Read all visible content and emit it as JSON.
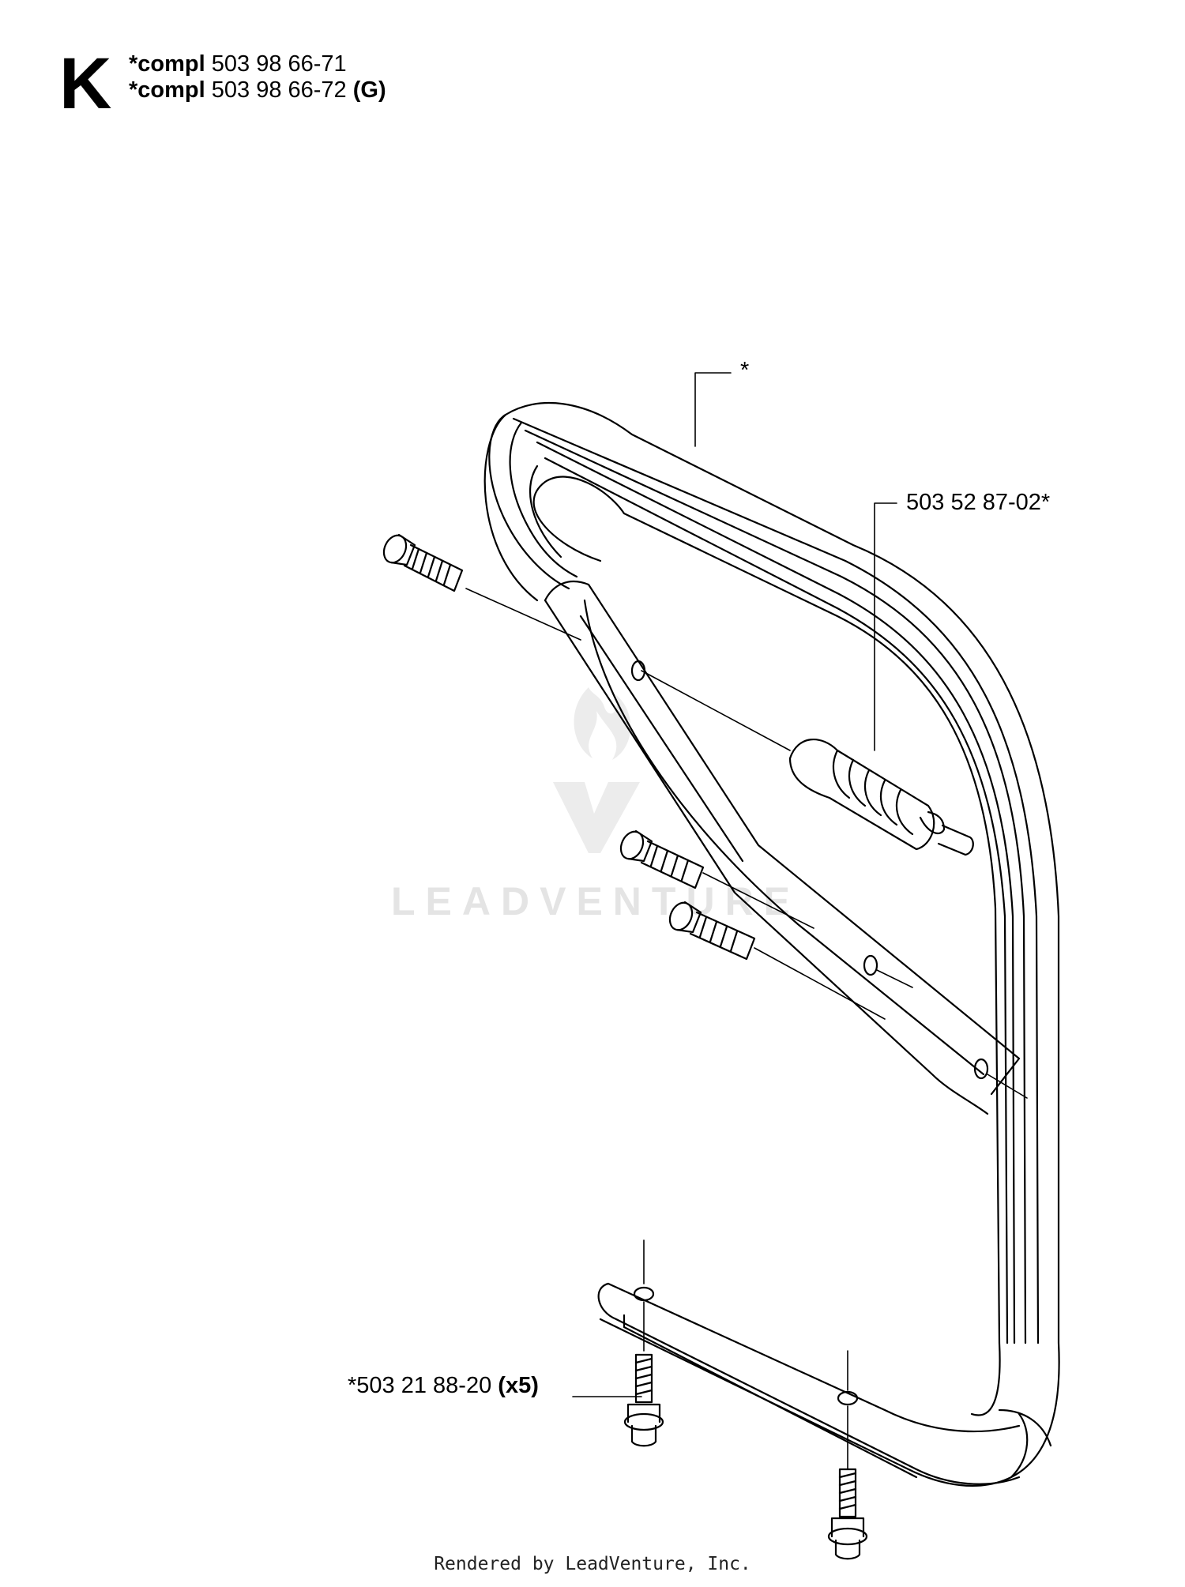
{
  "header": {
    "section_letter": "K",
    "lines": [
      {
        "prefix": "*compl",
        "number": "503 98 66-71",
        "suffix": ""
      },
      {
        "prefix": "*compl",
        "number": "503 98 66-72",
        "suffix": "(G)"
      }
    ]
  },
  "callouts": {
    "handle": {
      "label": "*"
    },
    "grommet": {
      "label": "503 52 87-02*"
    },
    "screw": {
      "number": "*503 21 88-20",
      "qty": "(x5)"
    }
  },
  "watermark": {
    "text": "LEADVENTURE",
    "color": "#e6e6e6"
  },
  "footer": {
    "text": "Rendered by LeadVenture, Inc."
  },
  "colors": {
    "line": "#000000",
    "background": "#ffffff"
  }
}
